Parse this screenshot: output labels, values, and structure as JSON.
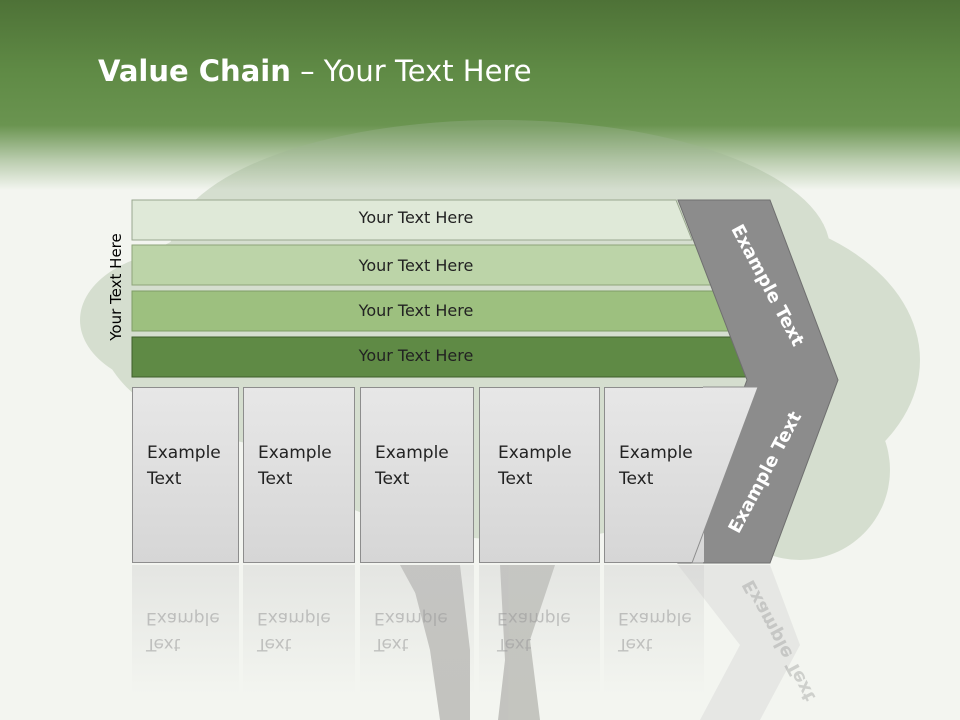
{
  "title": {
    "bold": "Value Chain",
    "rest": " – Your Text Here"
  },
  "side_label": "Your Text Here",
  "rows": [
    {
      "label": "Your Text Here",
      "color": "#dfe9d8"
    },
    {
      "label": "Your Text Here",
      "color": "#bcd4a8"
    },
    {
      "label": "Your Text Here",
      "color": "#9dc07f"
    },
    {
      "label": "Your Text Here",
      "color": "#5f8a45"
    }
  ],
  "boxes": [
    {
      "line1": "Example",
      "line2": "Text"
    },
    {
      "line1": "Example",
      "line2": "Text"
    },
    {
      "line1": "Example",
      "line2": "Text"
    },
    {
      "line1": "Example",
      "line2": "Text"
    },
    {
      "line1": "Example",
      "line2": "Text"
    }
  ],
  "chevron": {
    "top_text": "Example Text",
    "bottom_text": "Example Text",
    "color": "#8c8c8c"
  }
}
